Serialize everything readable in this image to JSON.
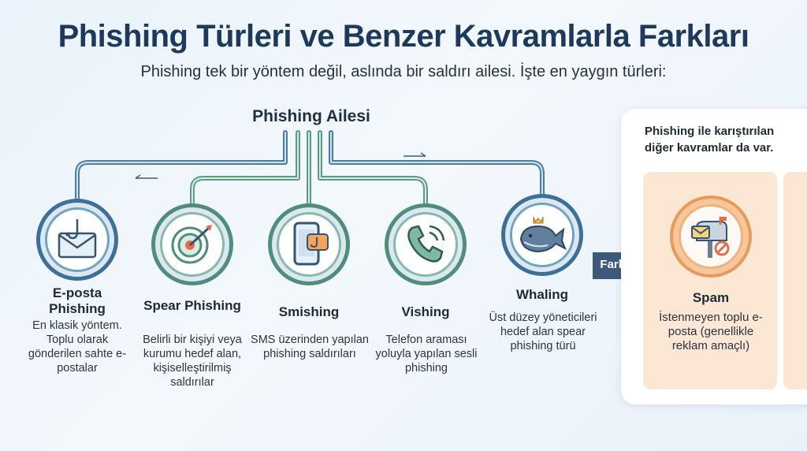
{
  "header": {
    "title": "Phishing Türleri ve Benzer Kavramlarla Farkları",
    "subtitle": "Phishing tek bir yöntem değil, aslında bir saldırı ailesi. İşte en yaygın türleri:"
  },
  "family": {
    "label": "Phishing Ailesi"
  },
  "types": [
    {
      "title": "E-posta Phishing",
      "desc": "En klasik yöntem. Toplu olarak gönderilen sahte e-postalar",
      "icon": "envelope-hook-icon"
    },
    {
      "title": "Spear Phishing",
      "desc": "Belirli bir kişiyi veya kurumu hedef alan, kişiselleştirilmiş saldırılar",
      "icon": "target-icon"
    },
    {
      "title": "Smishing",
      "desc": "SMS üzerinden yapılan phishing saldırıları",
      "icon": "phone-message-icon"
    },
    {
      "title": "Vishing",
      "desc": "Telefon araması yoluyla yapılan sesli phishing",
      "icon": "phone-call-icon"
    },
    {
      "title": "Whaling",
      "desc": "Üst düzey yöneticileri hedef alan spear phishing türü",
      "icon": "whale-icon"
    }
  ],
  "comparison": {
    "arrow_label": "Farklıdır",
    "header": "Phishing ile karıştırılan diğer kavramlar da var.",
    "spam": {
      "title": "Spam",
      "desc": "İstenmeyen toplu e-posta (genellikle reklam amaçlı)",
      "icon": "mailbox-icon"
    }
  },
  "colors": {
    "title": "#1d3a5c",
    "blue_line": "#4a7ea6",
    "green_line": "#5c9a86",
    "arrow": "#3d5a78",
    "spam_card": "#fbe7d3"
  }
}
